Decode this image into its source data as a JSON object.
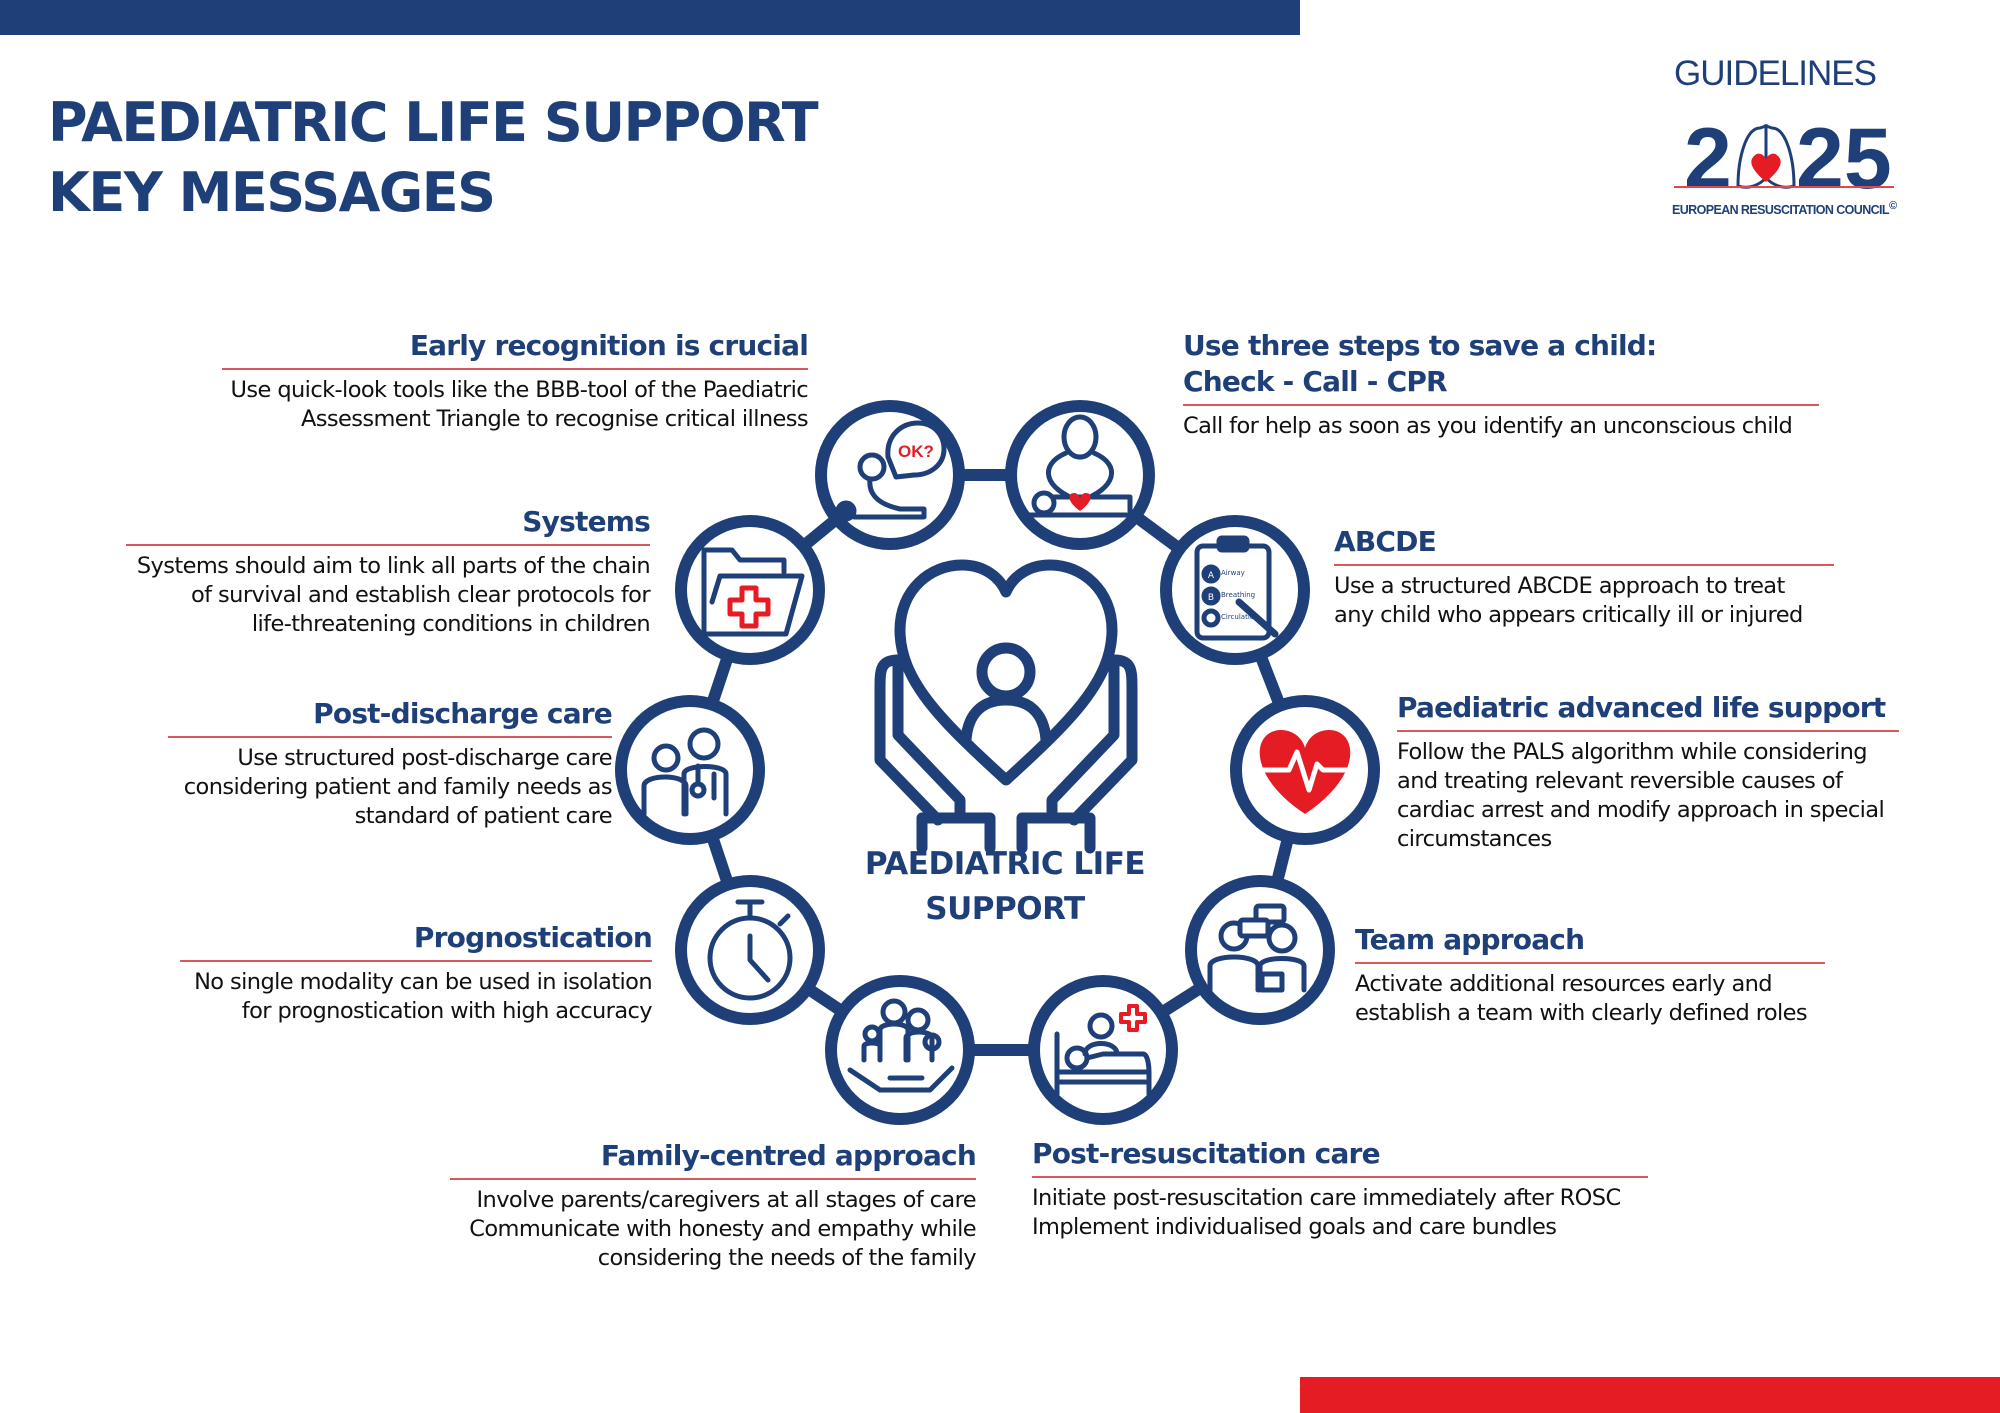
{
  "header": {
    "title_line1": "PAEDIATRIC LIFE SUPPORT",
    "title_line2": "KEY MESSAGES"
  },
  "logo": {
    "guidelines": "GUIDELINES",
    "year_left": "2",
    "year_right": "25",
    "organisation": "EUROPEAN RESUSCITATION COUNCIL",
    "copyright": "©"
  },
  "colors": {
    "primary_blue": "#1e3f78",
    "accent_red": "#e51c24",
    "rule_red": "#d8585c"
  },
  "center": {
    "icon": "hands-holding-heart-child-icon",
    "label": "PAEDIATRIC LIFE SUPPORT"
  },
  "messages": [
    {
      "id": "early-recognition",
      "icon": "child-ok-check-icon",
      "heading": "Early recognition is crucial",
      "lines": [
        "Use quick-look tools like the BBB-tool of the Paediatric",
        "Assessment Triangle to recognise critical illness"
      ]
    },
    {
      "id": "three-steps",
      "icon": "cpr-icon",
      "heading": "Use three steps to save a child:",
      "heading_line2": "Check - Call - CPR",
      "lines": [
        "Call for help as soon as you identify an unconscious child"
      ]
    },
    {
      "id": "abcde",
      "icon": "abc-clipboard-icon",
      "icon_text": [
        "Airway",
        "Breathing",
        "Circulation"
      ],
      "heading": "ABCDE",
      "lines": [
        "Use a structured ABCDE approach to treat",
        "any child who appears critically ill or injured"
      ]
    },
    {
      "id": "pals",
      "icon": "heart-ecg-icon",
      "heading": "Paediatric advanced life support",
      "lines": [
        "Follow the PALS algorithm while considering",
        "and treating relevant reversible causes of",
        "cardiac arrest and modify approach in special",
        "circumstances"
      ]
    },
    {
      "id": "team",
      "icon": "team-discussion-icon",
      "heading": "Team approach",
      "lines": [
        "Activate additional resources early and",
        "establish a team with clearly defined roles"
      ]
    },
    {
      "id": "post-resuscitation",
      "icon": "hospital-bed-icon",
      "heading": "Post-resuscitation care",
      "lines": [
        "Initiate post-resuscitation care immediately after ROSC",
        "Implement individualised goals and care bundles"
      ]
    },
    {
      "id": "family-centred",
      "icon": "family-in-hand-icon",
      "heading": "Family-centred approach",
      "lines": [
        "Involve parents/caregivers at all stages of care",
        "Communicate with honesty and empathy while",
        "considering the needs of the family"
      ]
    },
    {
      "id": "prognostication",
      "icon": "stopwatch-icon",
      "heading": "Prognostication",
      "lines": [
        "No single modality can be used in isolation",
        "for prognostication with high accuracy"
      ]
    },
    {
      "id": "post-discharge",
      "icon": "patient-doctor-icon",
      "heading": "Post-discharge care",
      "lines": [
        "Use structured post-discharge care",
        "considering patient and family needs as",
        "standard of patient care"
      ]
    },
    {
      "id": "systems",
      "icon": "medical-folder-icon",
      "heading": "Systems",
      "lines": [
        "Systems should aim to link all parts of the chain",
        "of survival and establish clear protocols for",
        "life-threatening conditions in children"
      ]
    }
  ]
}
